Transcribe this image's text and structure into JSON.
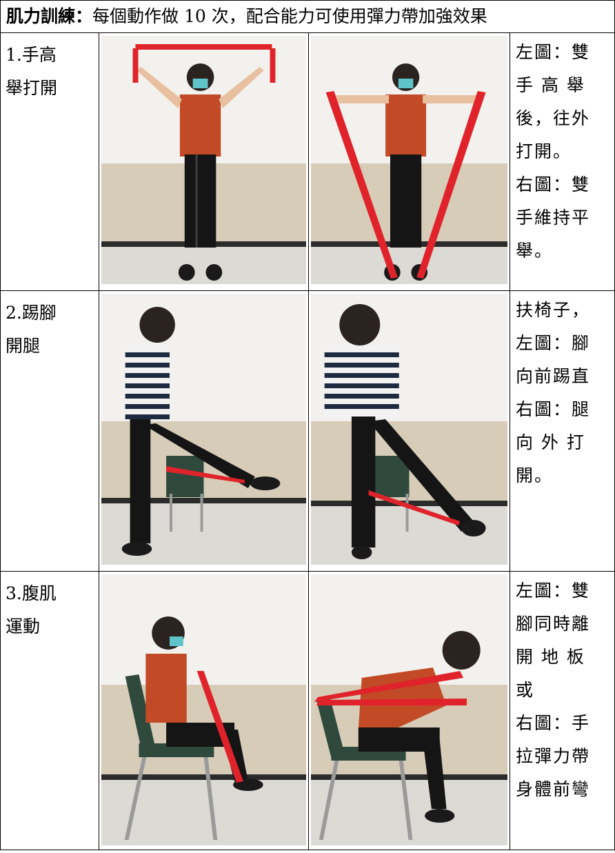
{
  "title": {
    "bold": "肌力訓練：",
    "text": "每個動作做 10 次，配合能力可使用彈力帶加強效果"
  },
  "rows": [
    {
      "label_lines": [
        "1.手高",
        "舉打開"
      ],
      "note_lines": [
        "左圖：雙",
        "手 高 舉",
        "後，往外",
        "打開。",
        "右圖：雙",
        "手維持平",
        "舉。"
      ],
      "left_photo": "woman-arms-raised-overhead-with-band",
      "right_photo": "woman-arms-out-band-to-feet"
    },
    {
      "label_lines": [
        "2.踢腳",
        "開腿"
      ],
      "note_lines": [
        "扶椅子，",
        "左圖：腳",
        "向前踢直",
        "右圖：腿",
        "向 外 打",
        "開。"
      ],
      "left_photo": "woman-kicking-leg-forward-with-band",
      "right_photo": "woman-leg-out-to-side-with-band"
    },
    {
      "label_lines": [
        "3.腹肌",
        "運動"
      ],
      "note_lines": [
        "左圖：雙",
        "腳同時離",
        "開 地 板",
        "或",
        "右圖：手",
        "拉彈力帶",
        "身體前彎"
      ],
      "left_photo": "woman-seated-lifting-feet-with-band",
      "right_photo": "woman-seated-bending-forward-with-band"
    }
  ],
  "colors": {
    "shirt": "#c24a26",
    "band": "#e0232b",
    "wall": "#f2f1ed",
    "panel": "#d6ccb8",
    "floor": "#dcdad5",
    "pants": "#151515"
  }
}
